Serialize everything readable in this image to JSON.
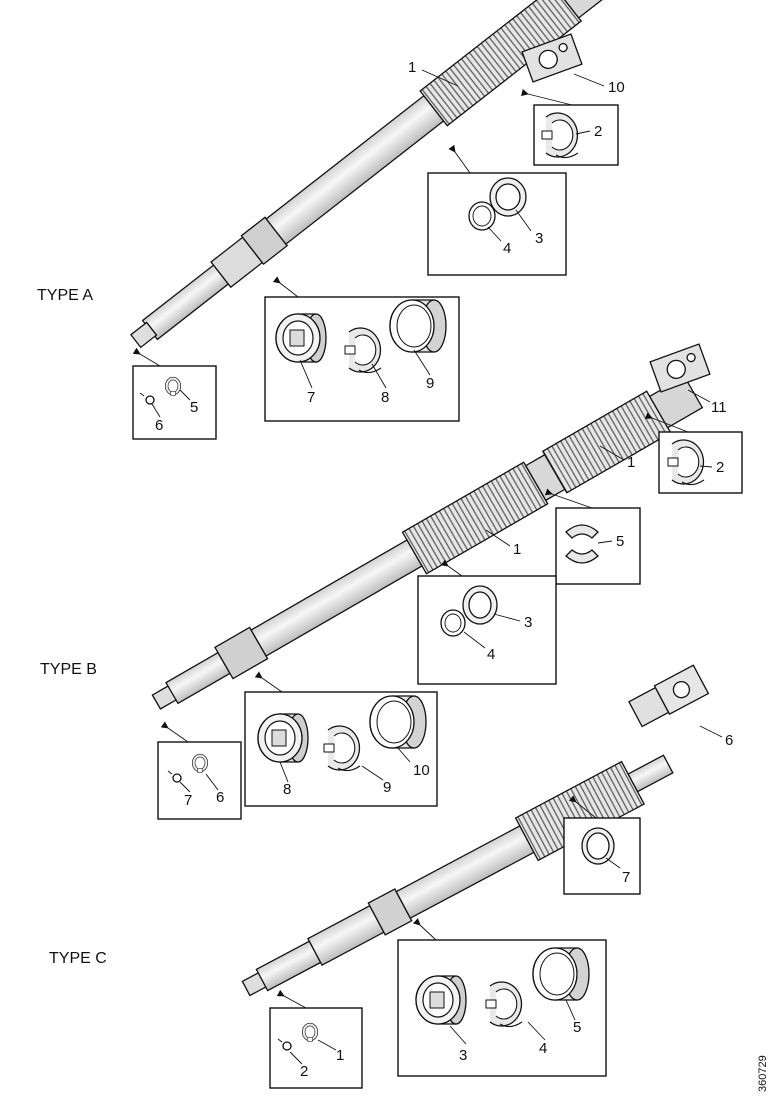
{
  "reference": "360729",
  "types": [
    {
      "label": "TYPE A",
      "callouts": [
        "1",
        "10",
        "2",
        "3",
        "4",
        "7",
        "8",
        "9",
        "5",
        "6"
      ]
    },
    {
      "label": "TYPE B",
      "callouts": [
        "11",
        "1",
        "2",
        "1",
        "5",
        "3",
        "4",
        "8",
        "9",
        "10",
        "7",
        "6"
      ]
    },
    {
      "label": "TYPE C",
      "callouts": [
        "6",
        "7",
        "3",
        "4",
        "5",
        "2",
        "1"
      ]
    }
  ]
}
